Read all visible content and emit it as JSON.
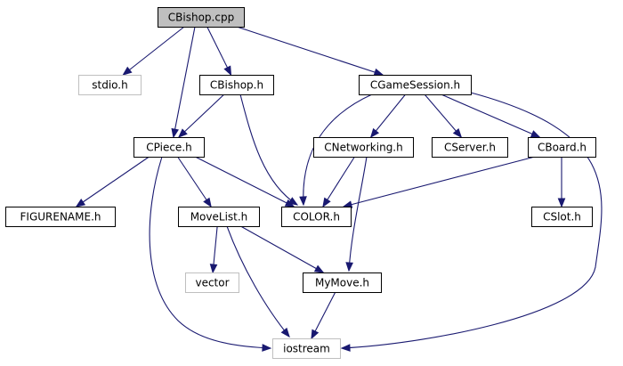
{
  "colors": {
    "edge": "#191970",
    "node_border": "#000000",
    "node_border_external": "#bfbfbf",
    "node_fill": "#ffffff",
    "root_fill": "#bfbfbf",
    "text": "#000000"
  },
  "nodes": [
    {
      "id": "cbishop_cpp",
      "label": "CBishop.cpp",
      "kind": "root"
    },
    {
      "id": "stdio_h",
      "label": "stdio.h",
      "kind": "external"
    },
    {
      "id": "cbishop_h",
      "label": "CBishop.h",
      "kind": "header"
    },
    {
      "id": "cgamesession_h",
      "label": "CGameSession.h",
      "kind": "header"
    },
    {
      "id": "cpiece_h",
      "label": "CPiece.h",
      "kind": "header"
    },
    {
      "id": "cnetworking_h",
      "label": "CNetworking.h",
      "kind": "header"
    },
    {
      "id": "cserver_h",
      "label": "CServer.h",
      "kind": "header"
    },
    {
      "id": "cboard_h",
      "label": "CBoard.h",
      "kind": "header"
    },
    {
      "id": "figurename_h",
      "label": "FIGURENAME.h",
      "kind": "header"
    },
    {
      "id": "movelist_h",
      "label": "MoveList.h",
      "kind": "header"
    },
    {
      "id": "color_h",
      "label": "COLOR.h",
      "kind": "header"
    },
    {
      "id": "cslot_h",
      "label": "CSlot.h",
      "kind": "header"
    },
    {
      "id": "vector",
      "label": "vector",
      "kind": "external"
    },
    {
      "id": "mymove_h",
      "label": "MyMove.h",
      "kind": "header"
    },
    {
      "id": "iostream",
      "label": "iostream",
      "kind": "external"
    }
  ],
  "edges": [
    {
      "from": "cbishop_cpp",
      "to": "stdio_h"
    },
    {
      "from": "cbishop_cpp",
      "to": "cpiece_h"
    },
    {
      "from": "cbishop_cpp",
      "to": "cbishop_h"
    },
    {
      "from": "cbishop_cpp",
      "to": "cgamesession_h"
    },
    {
      "from": "cbishop_h",
      "to": "cpiece_h"
    },
    {
      "from": "cbishop_h",
      "to": "color_h"
    },
    {
      "from": "cgamesession_h",
      "to": "color_h"
    },
    {
      "from": "cgamesession_h",
      "to": "cnetworking_h"
    },
    {
      "from": "cgamesession_h",
      "to": "cserver_h"
    },
    {
      "from": "cgamesession_h",
      "to": "cboard_h"
    },
    {
      "from": "cgamesession_h",
      "to": "iostream"
    },
    {
      "from": "cpiece_h",
      "to": "figurename_h"
    },
    {
      "from": "cpiece_h",
      "to": "movelist_h"
    },
    {
      "from": "cpiece_h",
      "to": "color_h"
    },
    {
      "from": "cpiece_h",
      "to": "iostream"
    },
    {
      "from": "cnetworking_h",
      "to": "color_h"
    },
    {
      "from": "cnetworking_h",
      "to": "mymove_h"
    },
    {
      "from": "cboard_h",
      "to": "color_h"
    },
    {
      "from": "cboard_h",
      "to": "cslot_h"
    },
    {
      "from": "movelist_h",
      "to": "vector"
    },
    {
      "from": "movelist_h",
      "to": "mymove_h"
    },
    {
      "from": "movelist_h",
      "to": "iostream"
    },
    {
      "from": "mymove_h",
      "to": "iostream"
    }
  ]
}
